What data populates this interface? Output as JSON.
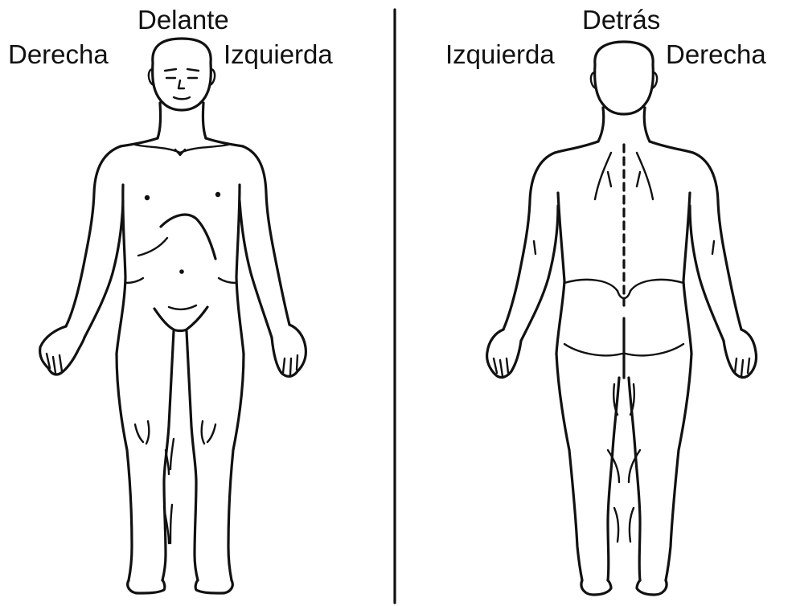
{
  "front": {
    "title": "Delante",
    "right_label": "Derecha",
    "left_label": "Izquierda"
  },
  "back": {
    "title": "Detrás",
    "left_label": "Izquierda",
    "right_label": "Derecha"
  },
  "colors": {
    "ink": "#111111",
    "background": "#ffffff"
  }
}
